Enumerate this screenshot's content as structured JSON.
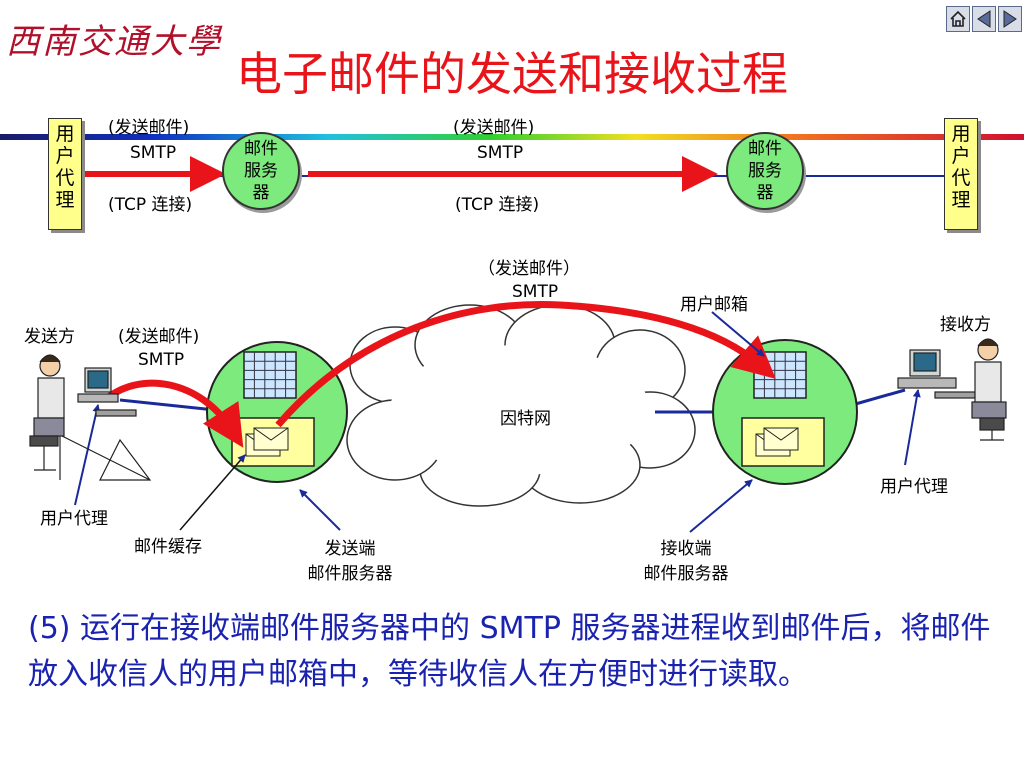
{
  "logo_text": "西南交通大學",
  "title": "电子邮件的发送和接收过程",
  "nav": {
    "home_icon": "home-icon",
    "prev_icon": "triangle-left-icon",
    "next_icon": "triangle-right-icon"
  },
  "top_diagram": {
    "user_agent_left": "用户代理",
    "user_agent_right": "用户代理",
    "mail_server_left": "邮件服务器",
    "mail_server_right": "邮件服务器",
    "send_label_1": "(发送邮件)",
    "smtp_label_1": "SMTP",
    "tcp_label_1": "(TCP 连接)",
    "send_label_2": "(发送邮件)",
    "smtp_label_2": "SMTP",
    "tcp_label_2": "(TCP 连接)"
  },
  "bottom_diagram": {
    "send_label_top": "（发送邮件）",
    "smtp_label_top": "SMTP",
    "mailbox_label": "用户邮箱",
    "sender_label": "发送方",
    "send_label_left": "(发送邮件)",
    "smtp_label_left": "SMTP",
    "receiver_label": "接收方",
    "internet_label": "因特网",
    "user_agent_left": "用户代理",
    "user_agent_right": "用户代理",
    "mail_cache_label": "邮件缓存",
    "sender_server_line1": "发送端",
    "sender_server_line2": "邮件服务器",
    "receiver_server_line1": "接收端",
    "receiver_server_line2": "邮件服务器"
  },
  "caption": "(5) 运行在接收端邮件服务器中的 SMTP 服务器进程收到邮件后，将邮件放入收信人的用户邮箱中，等待收信人在方便时进行读取。",
  "colors": {
    "title": "#e8141a",
    "caption": "#1a22b0",
    "arrow": "#e8141a",
    "server": "#7dea7d",
    "agent": "#ffff8c"
  }
}
